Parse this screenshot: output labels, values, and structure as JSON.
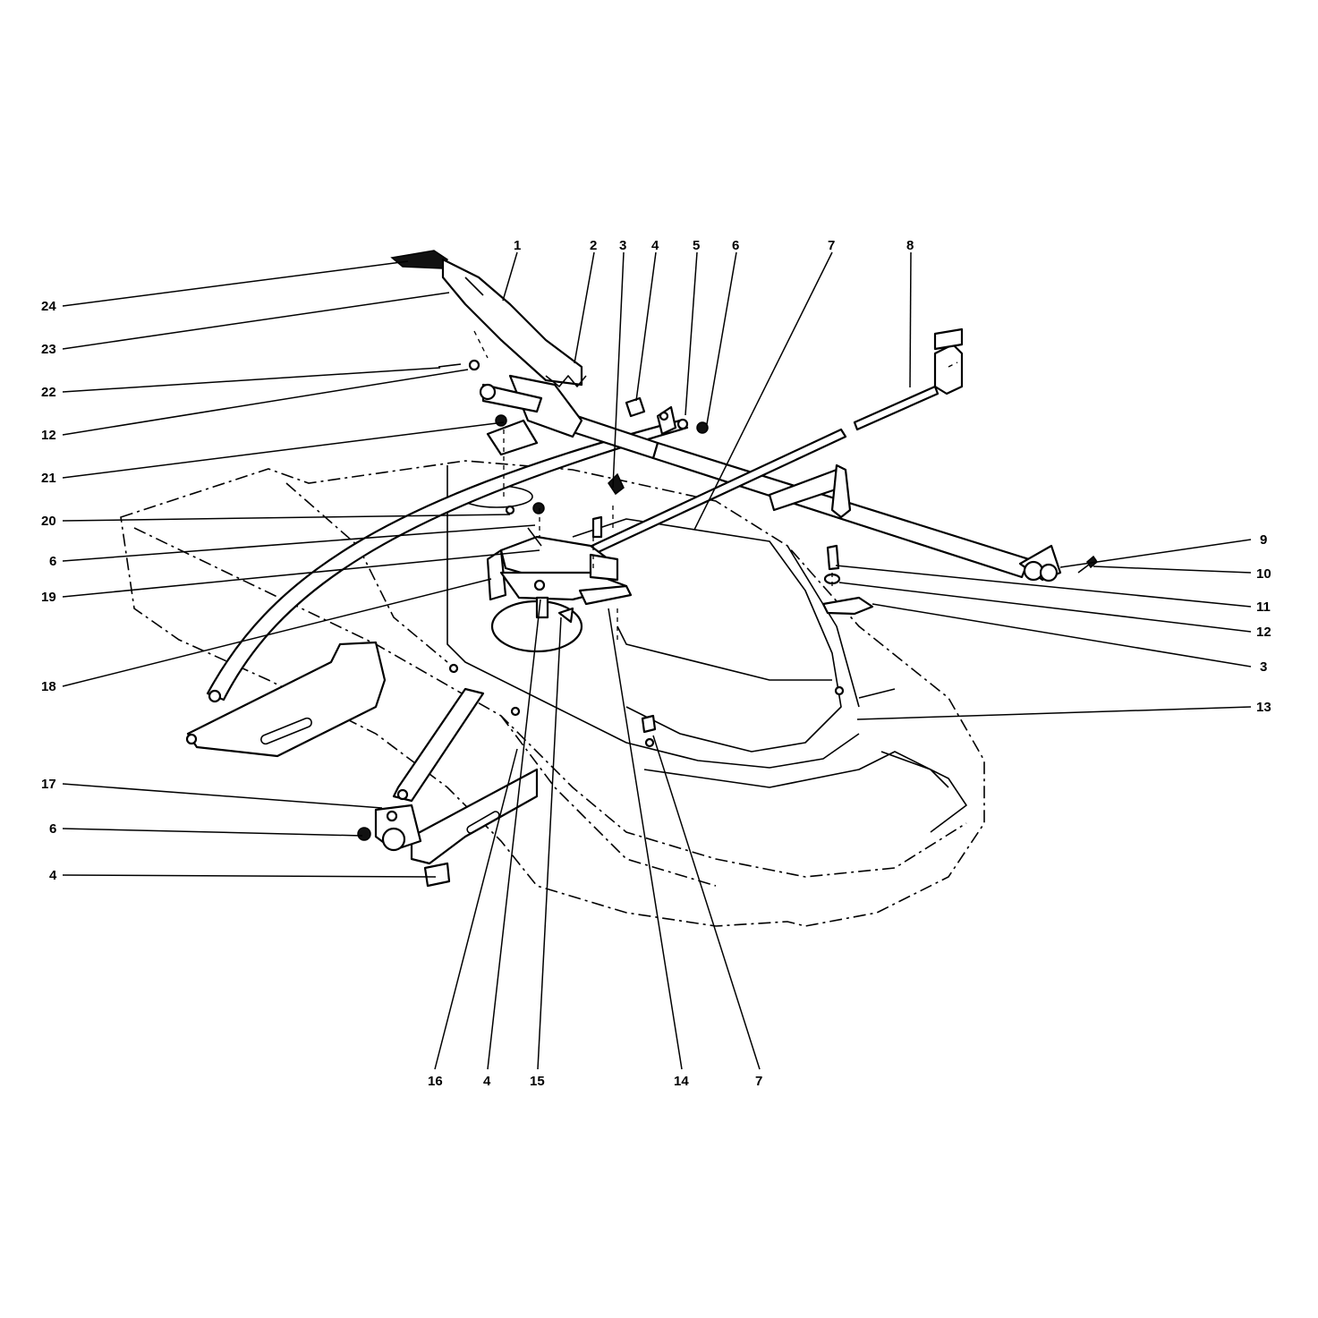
{
  "diagram": {
    "callouts": [
      {
        "id": "c1",
        "label": "1"
      },
      {
        "id": "c2",
        "label": "2"
      },
      {
        "id": "c3",
        "label": "3"
      },
      {
        "id": "c4",
        "label": "4"
      },
      {
        "id": "c5",
        "label": "5"
      },
      {
        "id": "c6",
        "label": "6"
      },
      {
        "id": "c7",
        "label": "7"
      },
      {
        "id": "c8",
        "label": "8"
      },
      {
        "id": "c24",
        "label": "24"
      },
      {
        "id": "c23",
        "label": "23"
      },
      {
        "id": "c22",
        "label": "22"
      },
      {
        "id": "c12a",
        "label": "12"
      },
      {
        "id": "c21",
        "label": "21"
      },
      {
        "id": "c20",
        "label": "20"
      },
      {
        "id": "c6b",
        "label": "6"
      },
      {
        "id": "c19",
        "label": "19"
      },
      {
        "id": "c18",
        "label": "18"
      },
      {
        "id": "c17",
        "label": "17"
      },
      {
        "id": "c6c",
        "label": "6"
      },
      {
        "id": "c4b",
        "label": "4"
      },
      {
        "id": "c9",
        "label": "9"
      },
      {
        "id": "c10",
        "label": "10"
      },
      {
        "id": "c11",
        "label": "11"
      },
      {
        "id": "c12b",
        "label": "12"
      },
      {
        "id": "c3b",
        "label": "3"
      },
      {
        "id": "c13",
        "label": "13"
      },
      {
        "id": "c16",
        "label": "16"
      },
      {
        "id": "c4c",
        "label": "4"
      },
      {
        "id": "c15",
        "label": "15"
      },
      {
        "id": "c14",
        "label": "14"
      },
      {
        "id": "c7b",
        "label": "7"
      }
    ]
  }
}
